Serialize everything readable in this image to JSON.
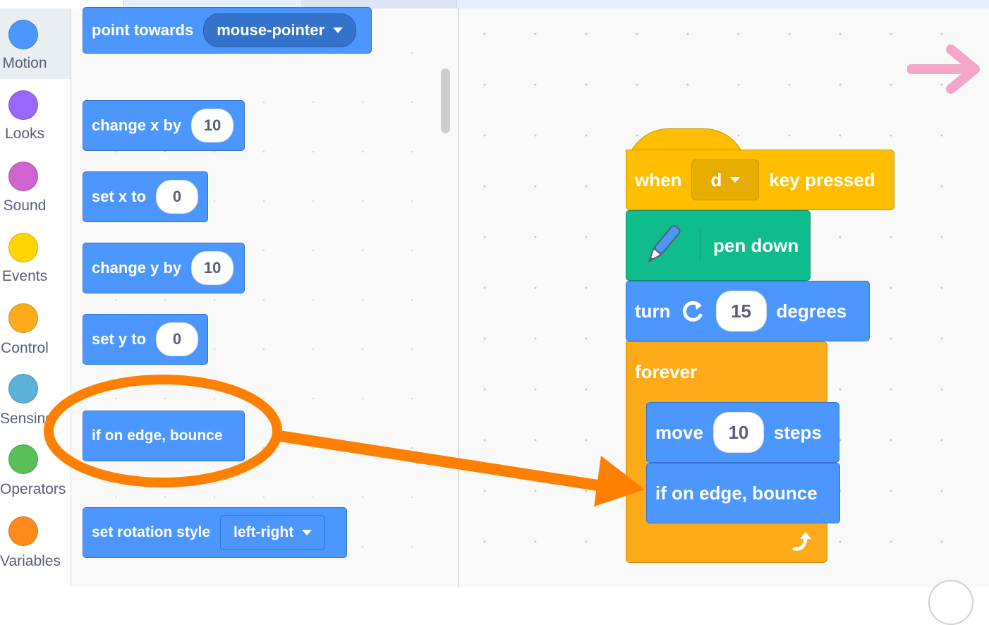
{
  "categories": [
    {
      "label": "Motion",
      "color": "#4c97ff",
      "selected": true
    },
    {
      "label": "Looks",
      "color": "#9966ff"
    },
    {
      "label": "Sound",
      "color": "#cf63cf"
    },
    {
      "label": "Events",
      "color": "#ffd500"
    },
    {
      "label": "Control",
      "color": "#ffab19"
    },
    {
      "label": "Sensing",
      "color": "#5cb1d6"
    },
    {
      "label": "Operators",
      "color": "#59c059"
    },
    {
      "label": "Variables",
      "color": "#ff8c1a"
    }
  ],
  "palette": {
    "point_towards": {
      "text": "point towards",
      "value": "mouse-pointer"
    },
    "change_x": {
      "text": "change x by",
      "value": "10"
    },
    "set_x": {
      "text": "set x to",
      "value": "0"
    },
    "change_y": {
      "text": "change y by",
      "value": "10"
    },
    "set_y": {
      "text": "set y to",
      "value": "0"
    },
    "bounce": {
      "text": "if on edge, bounce"
    },
    "rotation": {
      "text": "set rotation style",
      "value": "left-right"
    }
  },
  "script": {
    "hat": {
      "when": "when",
      "key": "d",
      "pressed": "key pressed"
    },
    "pen": {
      "text": "pen down"
    },
    "turn": {
      "text": "turn",
      "value": "15",
      "suffix": "degrees"
    },
    "forever": {
      "text": "forever"
    },
    "move": {
      "text": "move",
      "value": "10",
      "suffix": "steps"
    },
    "bounce": {
      "text": "if on edge, bounce"
    }
  },
  "colors": {
    "motion": "#4c97ff",
    "events": "#ffbf00",
    "control": "#ffab19",
    "pen": "#0fbd8c",
    "annotation": "#ff7f00",
    "stage_arrow": "#f3a6c8"
  }
}
